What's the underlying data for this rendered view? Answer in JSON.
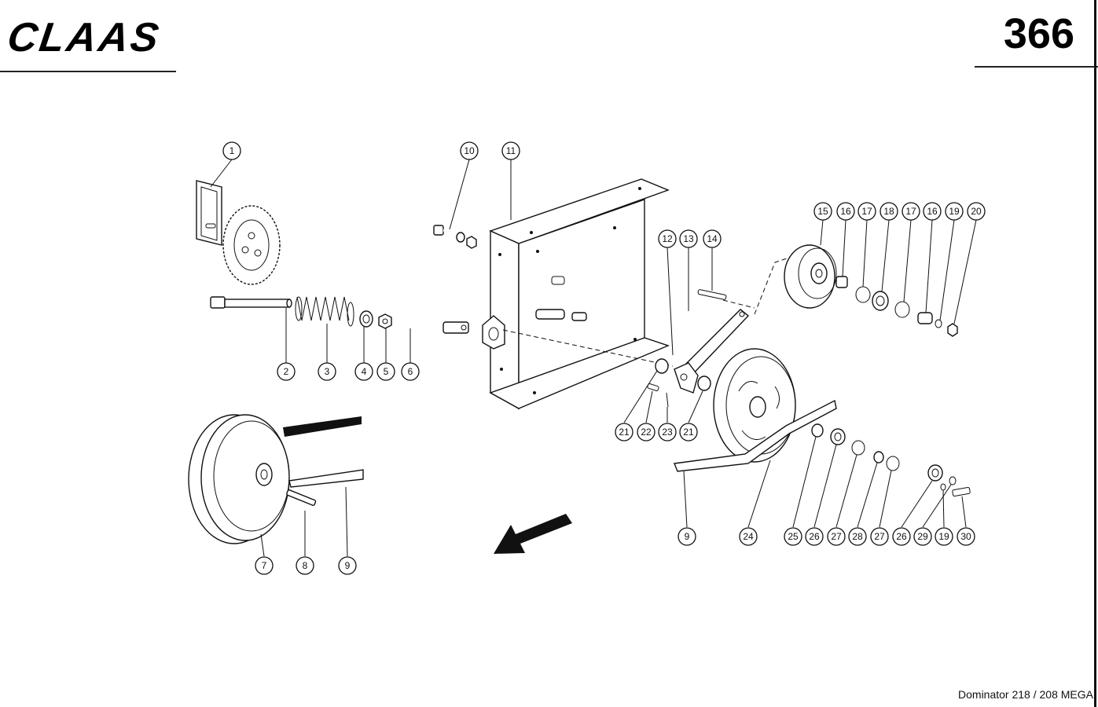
{
  "header": {
    "brand": "CLAAS",
    "page_number": "366"
  },
  "footer": {
    "model": "Dominator 218 / 208 MEGA"
  },
  "callouts": [
    {
      "id": "c1",
      "label": "1"
    },
    {
      "id": "c2",
      "label": "2"
    },
    {
      "id": "c3",
      "label": "3"
    },
    {
      "id": "c4",
      "label": "4"
    },
    {
      "id": "c5",
      "label": "5"
    },
    {
      "id": "c6",
      "label": "6"
    },
    {
      "id": "c7",
      "label": "7"
    },
    {
      "id": "c8",
      "label": "8"
    },
    {
      "id": "c9a",
      "label": "9"
    },
    {
      "id": "c10",
      "label": "10"
    },
    {
      "id": "c11",
      "label": "11"
    },
    {
      "id": "c12",
      "label": "12"
    },
    {
      "id": "c13",
      "label": "13"
    },
    {
      "id": "c14",
      "label": "14"
    },
    {
      "id": "c15",
      "label": "15"
    },
    {
      "id": "c16a",
      "label": "16"
    },
    {
      "id": "c17a",
      "label": "17"
    },
    {
      "id": "c18",
      "label": "18"
    },
    {
      "id": "c17b",
      "label": "17"
    },
    {
      "id": "c16b",
      "label": "16"
    },
    {
      "id": "c19a",
      "label": "19"
    },
    {
      "id": "c20",
      "label": "20"
    },
    {
      "id": "c21a",
      "label": "21"
    },
    {
      "id": "c22",
      "label": "22"
    },
    {
      "id": "c23",
      "label": "23"
    },
    {
      "id": "c21b",
      "label": "21"
    },
    {
      "id": "c9b",
      "label": "9"
    },
    {
      "id": "c24",
      "label": "24"
    },
    {
      "id": "c25",
      "label": "25"
    },
    {
      "id": "c26a",
      "label": "26"
    },
    {
      "id": "c27a",
      "label": "27"
    },
    {
      "id": "c28",
      "label": "28"
    },
    {
      "id": "c27b",
      "label": "27"
    },
    {
      "id": "c26b",
      "label": "26"
    },
    {
      "id": "c29",
      "label": "29"
    },
    {
      "id": "c19b",
      "label": "19"
    },
    {
      "id": "c30",
      "label": "30"
    }
  ]
}
